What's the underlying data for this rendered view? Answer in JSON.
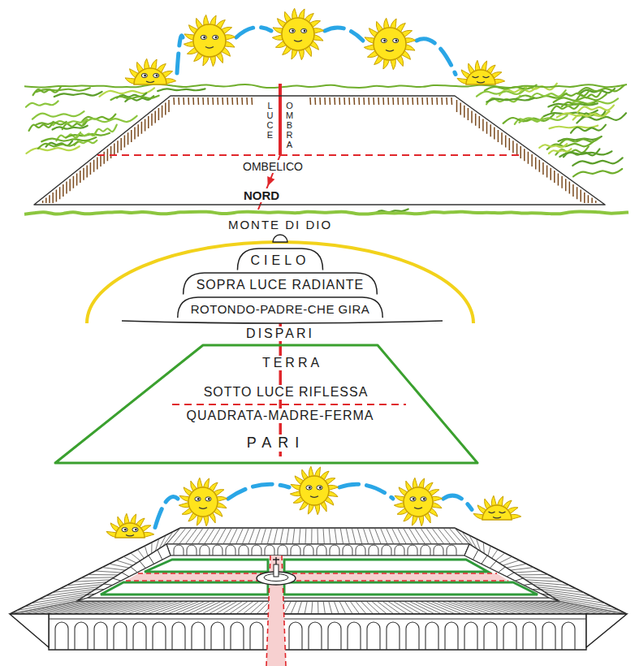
{
  "diagram": {
    "nodes": [
      {
        "text": [
          "LUCE",
          "OMBRA",
          "OMBELICO",
          "NORD"
        ]
      },
      {
        "text": [
          "MONTE DI DIO",
          "CIELO",
          "SOPRA LUCE RADIANTE",
          "ROTONDO-PADRE-CHE GIRA",
          "DISPARI"
        ]
      },
      {
        "text": [
          "TERRA",
          "SOTTO LUCE RIFLESSA",
          "QUADRATA-MADRE-FERMA",
          "PARI"
        ]
      }
    ]
  }
}
